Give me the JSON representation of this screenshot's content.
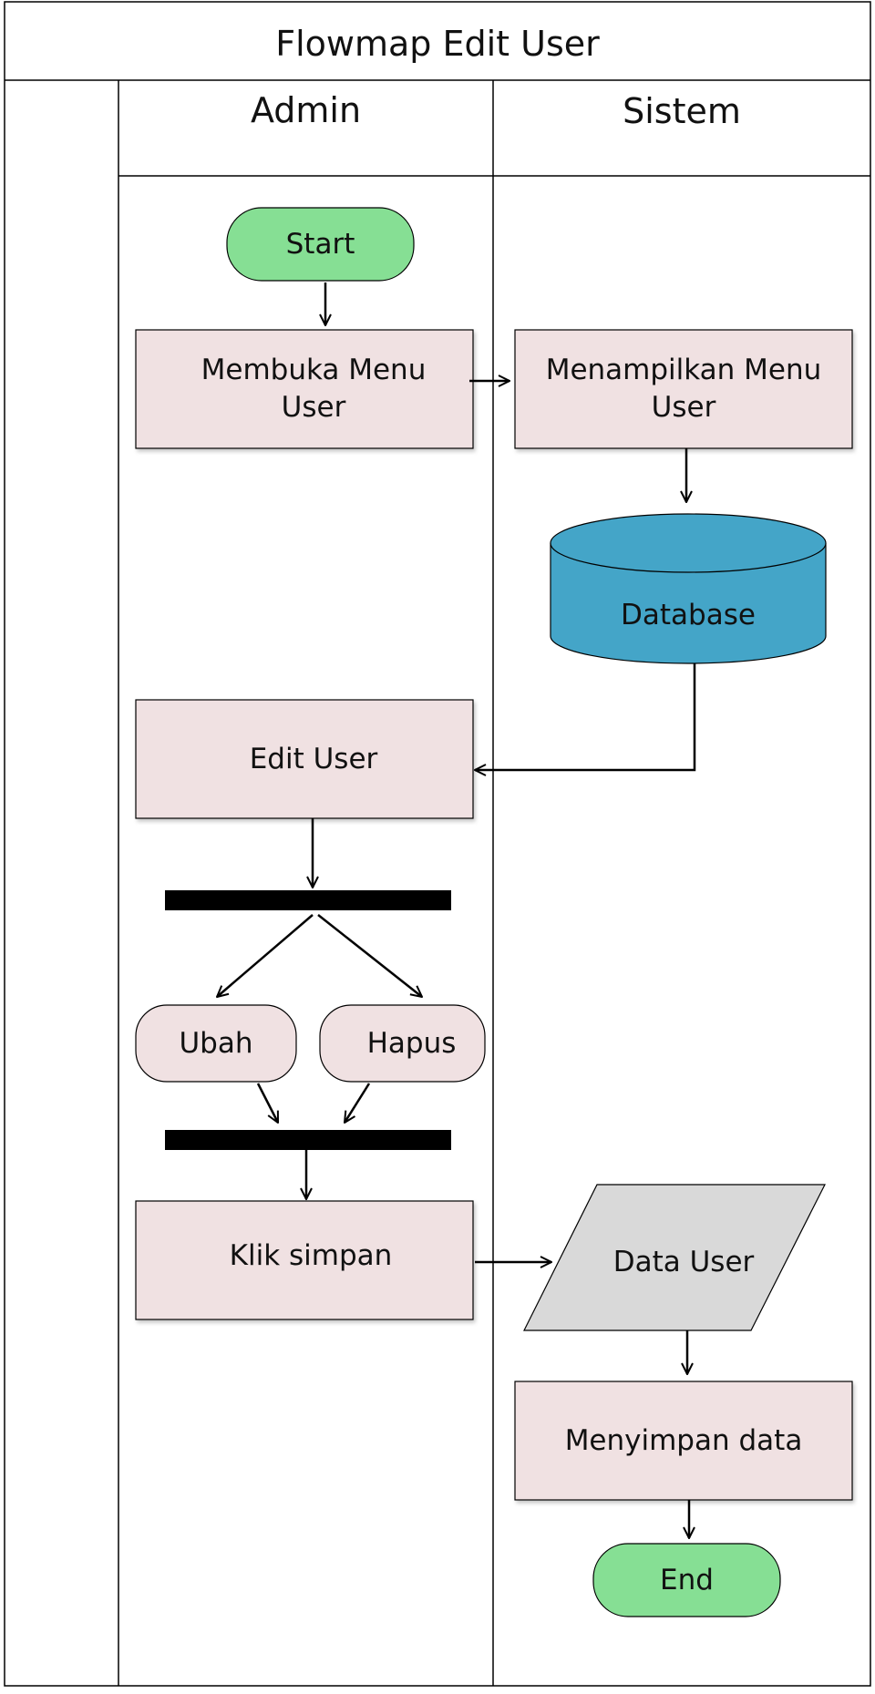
{
  "title": "Flowmap Edit User",
  "lanes": [
    "Admin",
    "Sistem"
  ],
  "nodes": {
    "start": "Start",
    "membuka_menu_user": "Membuka Menu User",
    "menampilkan_menu_user": "Menampilkan Menu User",
    "database": "Database",
    "edit_user": "Edit User",
    "ubah": "Ubah",
    "hapus": "Hapus",
    "klik_simpan": "Klik simpan",
    "data_user": "Data User",
    "menyimpan_data": "Menyimpan data",
    "end": "End"
  },
  "colors": {
    "terminator": "#86df94",
    "process": "#f0e1e2",
    "database": "#44a5c8",
    "data": "#d9d9d9",
    "bar": "#000000",
    "line": "#000000"
  }
}
